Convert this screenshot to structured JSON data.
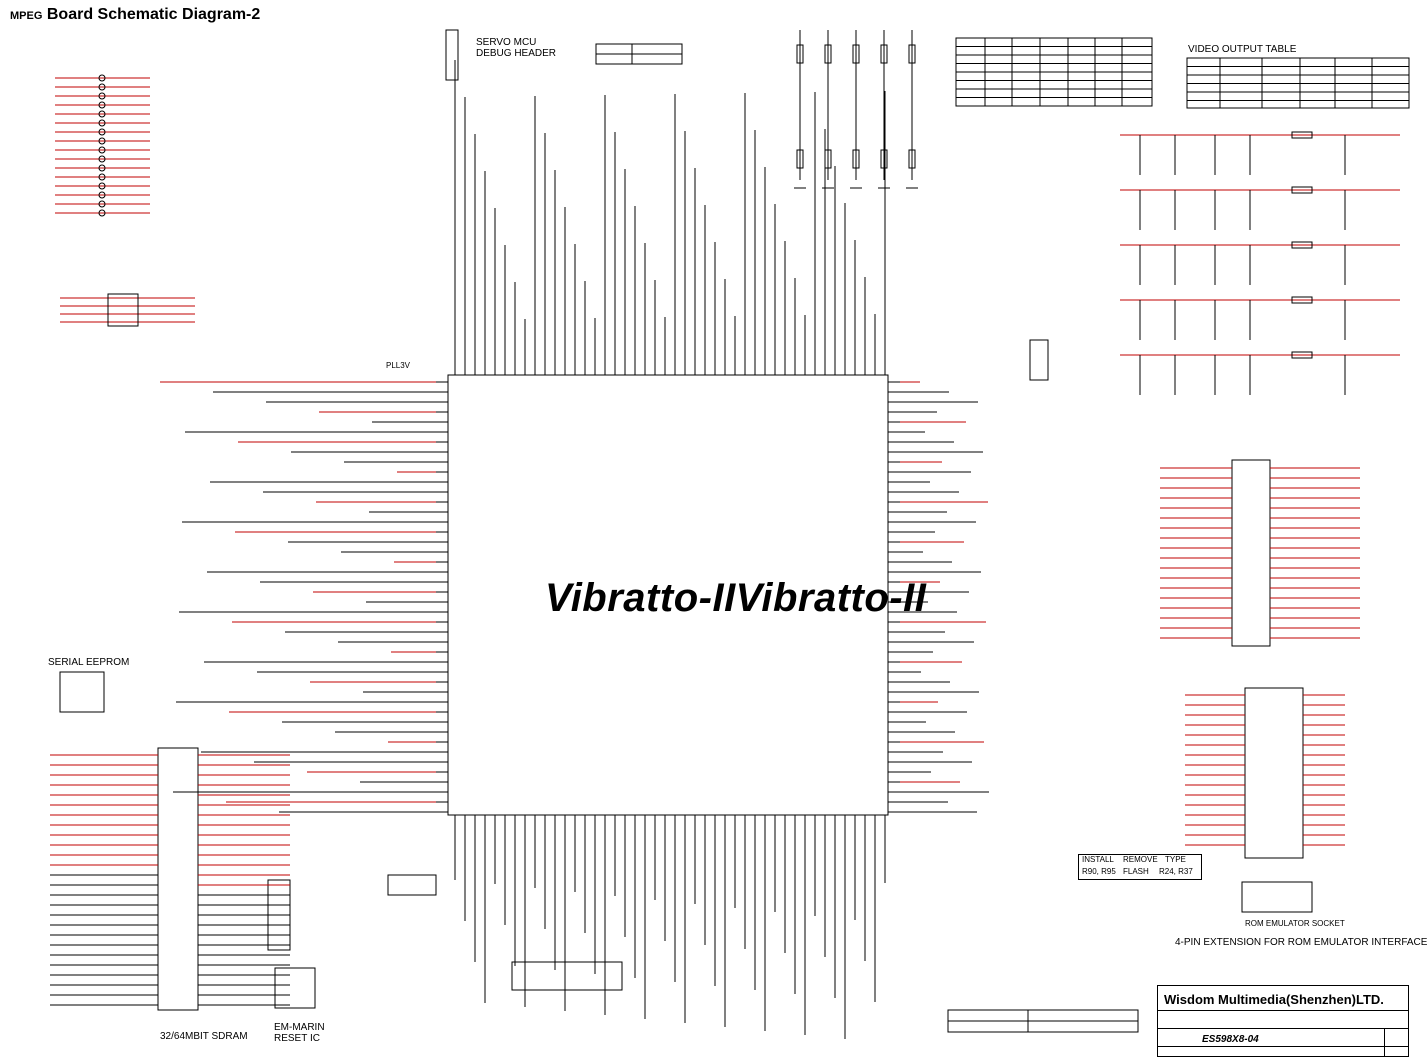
{
  "title": {
    "prefix": "MPEG",
    "main": "Board Schematic Diagram-2"
  },
  "banner": "Vibratto-IIVibratto-II",
  "sections": {
    "servo_header": "SERVO MCU\nDEBUG HEADER",
    "video_output_table": "VIDEO OUTPUT TABLE",
    "serial_eeprom": "SERIAL EEPROM",
    "sdram": "32/64MBIT SDRAM",
    "reset_ic": "EM-MARIN\nRESET IC",
    "rom_emulator": "ROM EMULATOR SOCKET",
    "extension": "4-PIN EXTENSION FOR ROM EMULATOR INTERFACE",
    "pllvdd": "PLL3V"
  },
  "install_table": {
    "headers": [
      "INSTALL",
      "REMOVE",
      "TYPE"
    ],
    "row": [
      "R90, R95",
      "FLASH",
      "R24, R37"
    ]
  },
  "title_block": {
    "company": "Wisdom Multimedia(Shenzhen)LTD.",
    "doc_number": "ES598X8-04"
  },
  "colors": {
    "wire": "#000000",
    "net": "#c00000"
  }
}
